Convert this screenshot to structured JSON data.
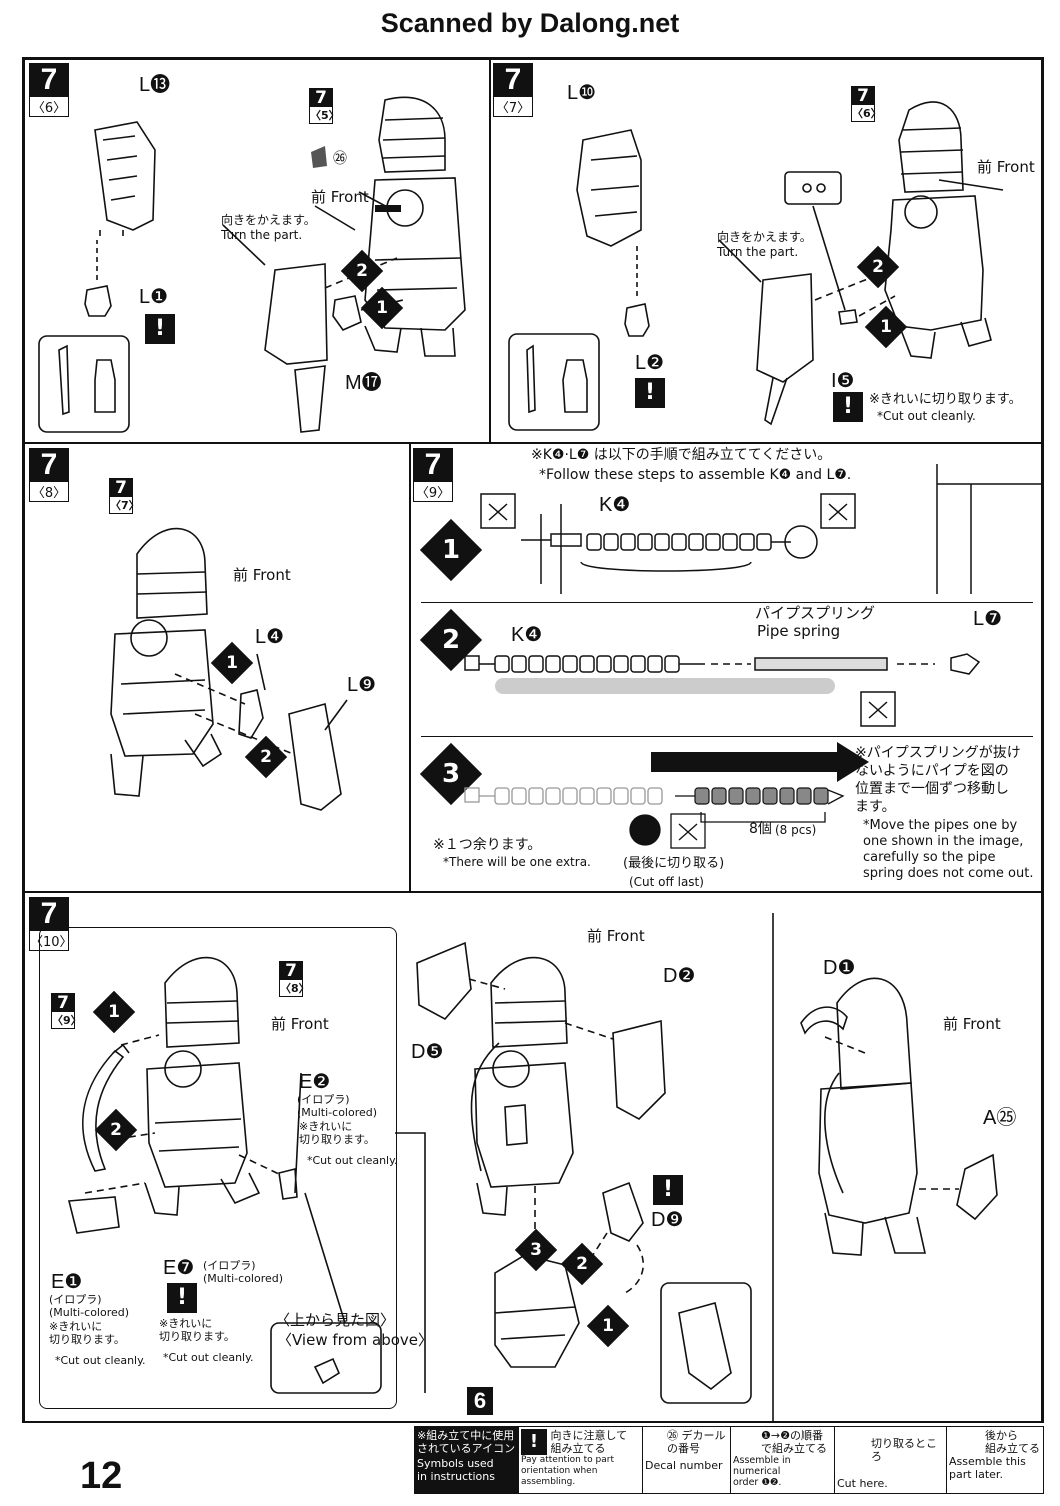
{
  "header": "Scanned by Dalong.net",
  "page_number": "12",
  "panel_6": {
    "step": "7",
    "sub": "〈6〉",
    "ref_step": "7",
    "ref_sub": "〈5〉",
    "l13": "L⓭",
    "l1": "L❶",
    "decal": "㉖",
    "front": "前 Front",
    "turn_jp": "向きをかえます。",
    "turn_en": "Turn the part.",
    "m17": "M⓱",
    "n1": "1",
    "n2": "2"
  },
  "panel_7": {
    "step": "7",
    "sub": "〈7〉",
    "ref_step": "7",
    "ref_sub": "〈6〉",
    "l10": "L❿",
    "l2": "L❷",
    "i5": "I❺",
    "front": "前 Front",
    "turn_jp": "向きをかえます。",
    "turn_en": "Turn the part.",
    "cut_jp": "※きれいに切り取ります。",
    "cut_en": "*Cut out cleanly.",
    "n1": "1",
    "n2": "2"
  },
  "panel_8": {
    "step": "7",
    "sub": "〈8〉",
    "ref_step": "7",
    "ref_sub": "〈7〉",
    "front": "前 Front",
    "l4": "L❹",
    "l9": "L❾",
    "n1": "1",
    "n2": "2"
  },
  "panel_9": {
    "step": "7",
    "sub": "〈9〉",
    "intro_jp": "※K❹·L❼ は以下の手順で組み立ててください。",
    "intro_en": "*Follow these steps to assemble K❹ and L❼.",
    "s1": {
      "num": "1",
      "k4": "K❹"
    },
    "s2": {
      "num": "2",
      "k4": "K❹",
      "spring_jp": "パイプスプリング",
      "spring_en": "Pipe spring",
      "l7": "L❼"
    },
    "s3": {
      "num": "3",
      "extra_jp": "※１つ余ります。",
      "extra_en": "*There will be one extra.",
      "pcs_jp": "8個",
      "pcs_en": "(8 pcs)",
      "last_jp": "(最後に切り取る)",
      "last_en": "(Cut off last)",
      "note_jp": "※パイプスプリングが抜け\nないようにパイプを図の\n位置まで一個ずつ移動し\nます。",
      "note_en": "*Move the pipes one by\none shown in the image,\ncarefully so the pipe\nspring does not come out."
    }
  },
  "panel_10": {
    "step": "7",
    "sub": "〈10〉",
    "ref9_step": "7",
    "ref9_sub": "〈9〉",
    "ref8_step": "7",
    "ref8_sub": "〈8〉",
    "front": "前 Front",
    "n1": "1",
    "n2": "2",
    "e2": "E❷",
    "e2_jp": "(イロプラ)",
    "e2_en": "(Multi-colored)",
    "e2_cut_jp": "※きれいに\n切り取ります。",
    "e2_cut_en": "*Cut out cleanly.",
    "e1": "E❶",
    "e1_jp": "(イロプラ)",
    "e1_en": "(Multi-colored)",
    "e1_cut_jp": "※きれいに\n切り取ります。",
    "e1_cut_en": "*Cut out cleanly.",
    "e7": "E❼",
    "e7_jp": "(イロプラ)",
    "e7_en": "(Multi-colored)",
    "e7_cut_jp": "※きれいに\n切り取ります。",
    "e7_cut_en": "*Cut out cleanly.",
    "view_jp": "〈上から見た図〉",
    "view_en": "〈View from above〉",
    "mid_front": "前 Front",
    "d2": "D❷",
    "d5": "D❺",
    "d9": "D❾",
    "n3": "3",
    "six": "6",
    "right_front": "前 Front",
    "d1": "D❶",
    "a25": "A㉕"
  },
  "legend": {
    "title_jp": "※組み立て中に使用\nされているアイコン",
    "title_en": "Symbols used\nin instructions",
    "attention_jp": "向きに注意して\n組み立てる",
    "attention_en": "Pay attention to part\norientation when assembling.",
    "decal_jp": "㉖ デカール\nの番号",
    "decal_en": "Decal number",
    "order_jp": "❶→❷の順番\nで組み立てる",
    "order_en": "Assemble in numerical\norder ❶❷.",
    "cut_jp": "切り取るところ",
    "cut_en": "Cut here.",
    "later_jp": "後から\n組み立てる",
    "later_en": "Assemble this\npart later."
  }
}
